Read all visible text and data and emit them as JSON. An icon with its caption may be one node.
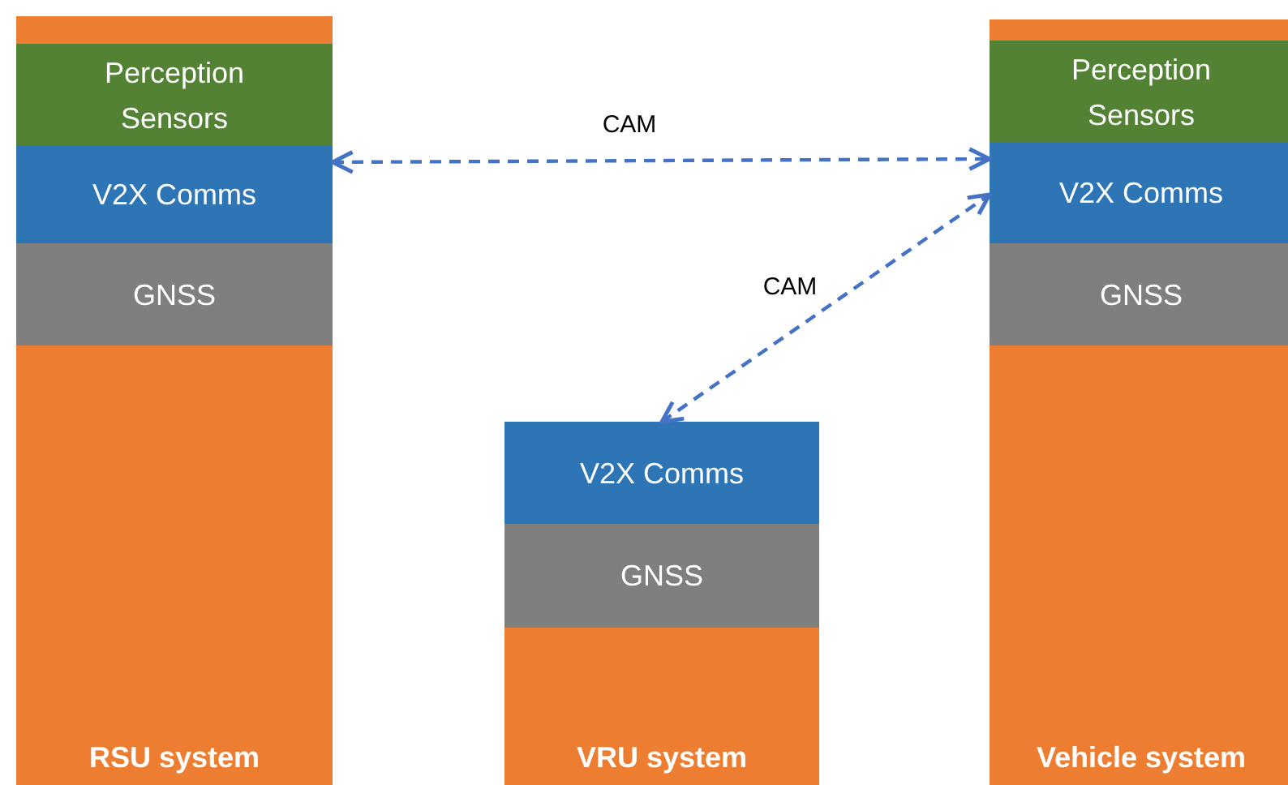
{
  "diagram": {
    "nodes": [
      {
        "text": [
          "RSU system"
        ]
      },
      {
        "text": [
          "Perception Sensors"
        ],
        "in": 0
      },
      {
        "text": [
          "V2X Comms"
        ],
        "in": 0
      },
      {
        "text": [
          "GNSS"
        ],
        "in": 0
      },
      {
        "text": [
          "VRU system"
        ]
      },
      {
        "text": [
          "V2X Comms"
        ],
        "in": 4
      },
      {
        "text": [
          "GNSS"
        ],
        "in": 4
      },
      {
        "text": [
          "Vehicle system"
        ]
      },
      {
        "text": [
          "Perception Sensors"
        ],
        "in": 7
      },
      {
        "text": [
          "V2X Comms"
        ],
        "in": 7
      },
      {
        "text": [
          "GNSS"
        ],
        "in": 7
      }
    ],
    "edges": [
      {
        "from": 2,
        "to": 9,
        "arrow": "both",
        "label": "CAM",
        "style": "dashed"
      },
      {
        "from": 5,
        "to": 9,
        "arrow": "both",
        "label": "CAM",
        "style": "dashed"
      }
    ]
  }
}
